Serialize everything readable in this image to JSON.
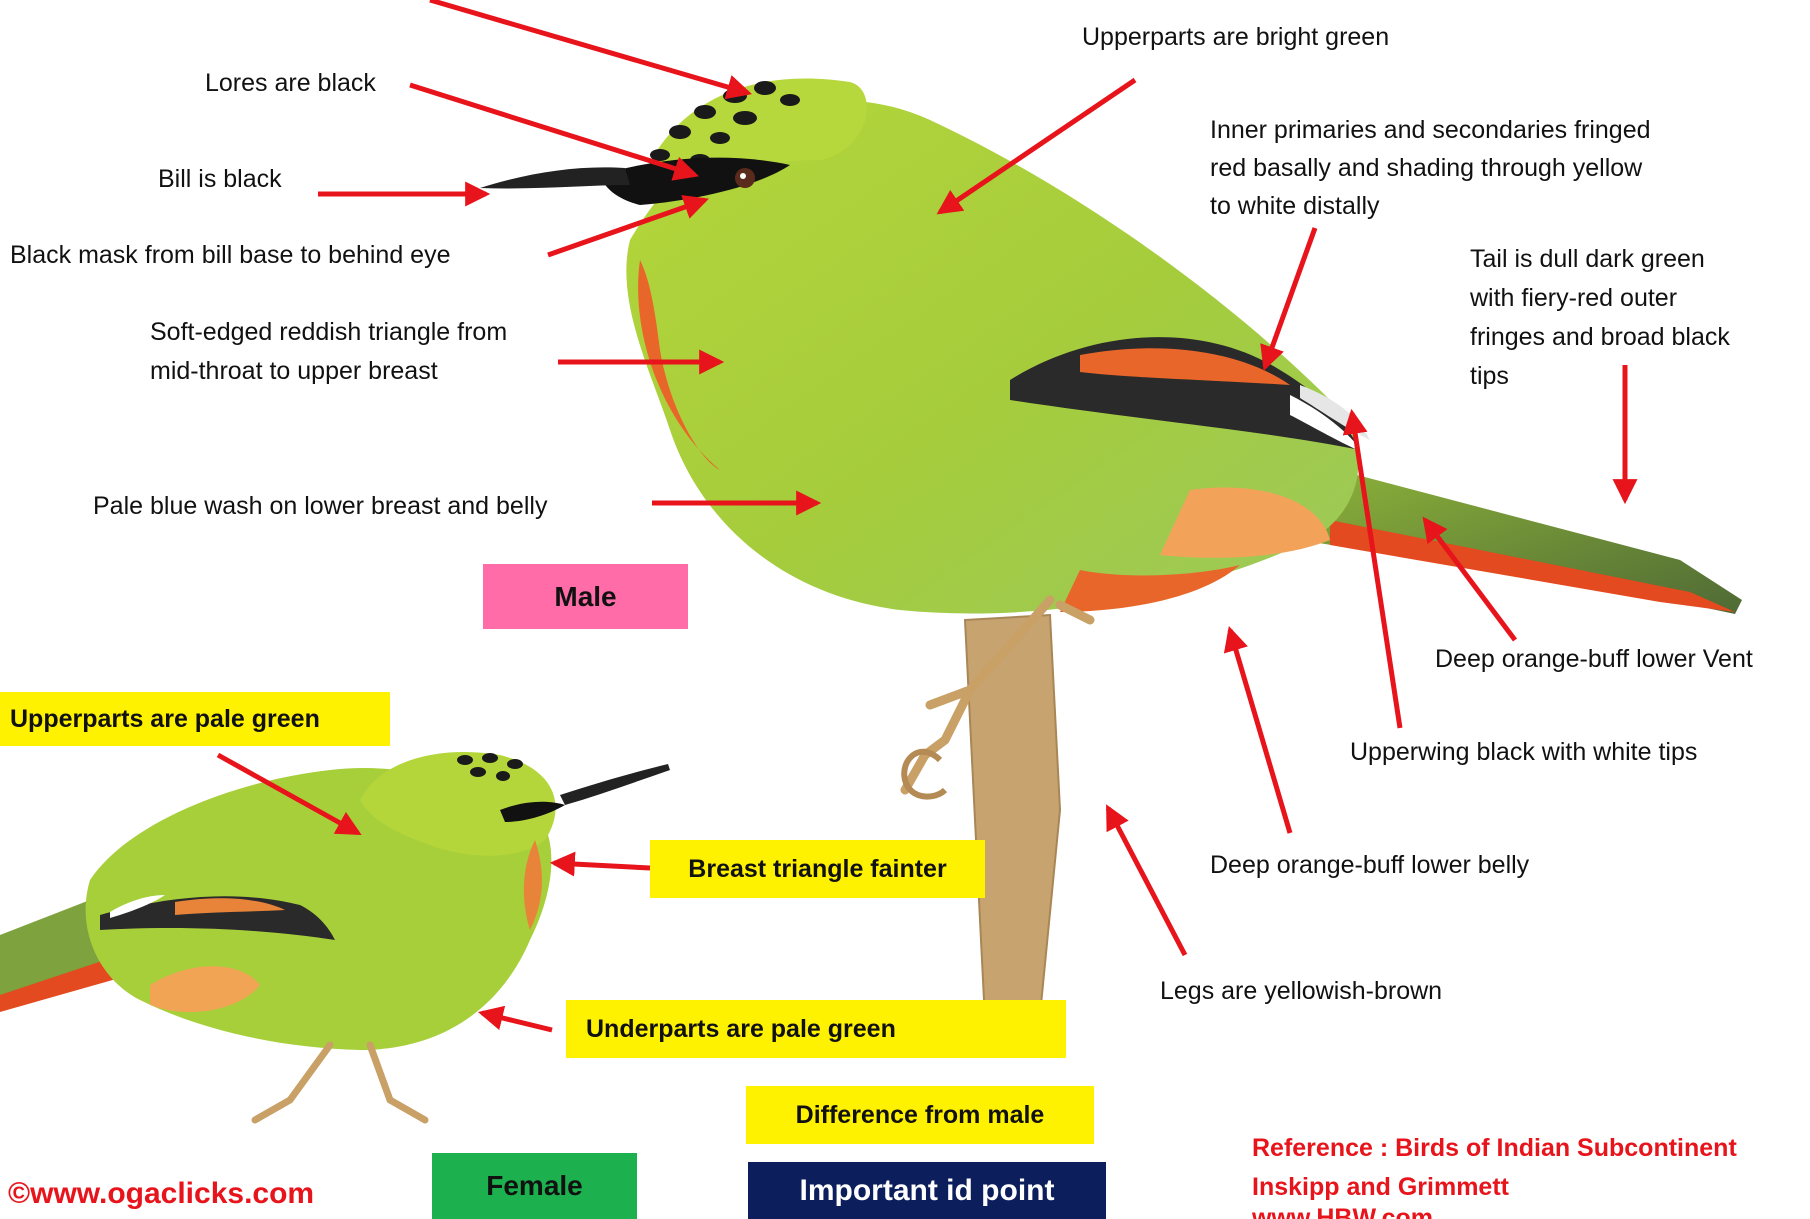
{
  "male_labels": {
    "lores": "Lores are black",
    "bill": "Bill is black",
    "mask": "Black mask from bill base to behind eye",
    "triangle_l1": "Soft-edged reddish triangle from",
    "triangle_l2": "mid-throat to upper breast",
    "belly_wash": "Pale blue wash on lower breast and belly",
    "upperparts": "Upperparts are bright green",
    "primaries_l1": "Inner primaries and secondaries fringed",
    "primaries_l2": "red basally and shading through yellow",
    "primaries_l3": "to white distally",
    "tail_l1": "Tail is dull dark green",
    "tail_l2": "with fiery-red outer",
    "tail_l3": "fringes and broad black",
    "tail_l4": "tips",
    "vent": "Deep orange-buff lower Vent",
    "upperwing": "Upperwing black with white tips",
    "lower_belly": "Deep orange-buff lower belly",
    "legs": "Legs are  yellowish-brown"
  },
  "female_labels": {
    "upperparts": "Upperparts are pale  green",
    "breast": "Breast triangle fainter",
    "underparts": "Underparts are pale  green"
  },
  "sex_tags": {
    "male": "Male",
    "female": "Female"
  },
  "legend": {
    "difference": "Difference from male",
    "important": "Important  id point"
  },
  "copyright": "©www.ogaclicks.com",
  "reference": {
    "line1": "Reference : Birds of Indian Subcontinent",
    "line2": "Inskipp and Grimmett",
    "line3": "www.HBW.com"
  },
  "colors": {
    "arrow": "#e8141b",
    "male_tag": "#ff6ca7",
    "female_tag": "#1db04e",
    "highlight": "#fff200",
    "important_bg": "#0c1f5c",
    "bird_green": "#a7cf3a",
    "breast_orange": "#e8662a"
  }
}
